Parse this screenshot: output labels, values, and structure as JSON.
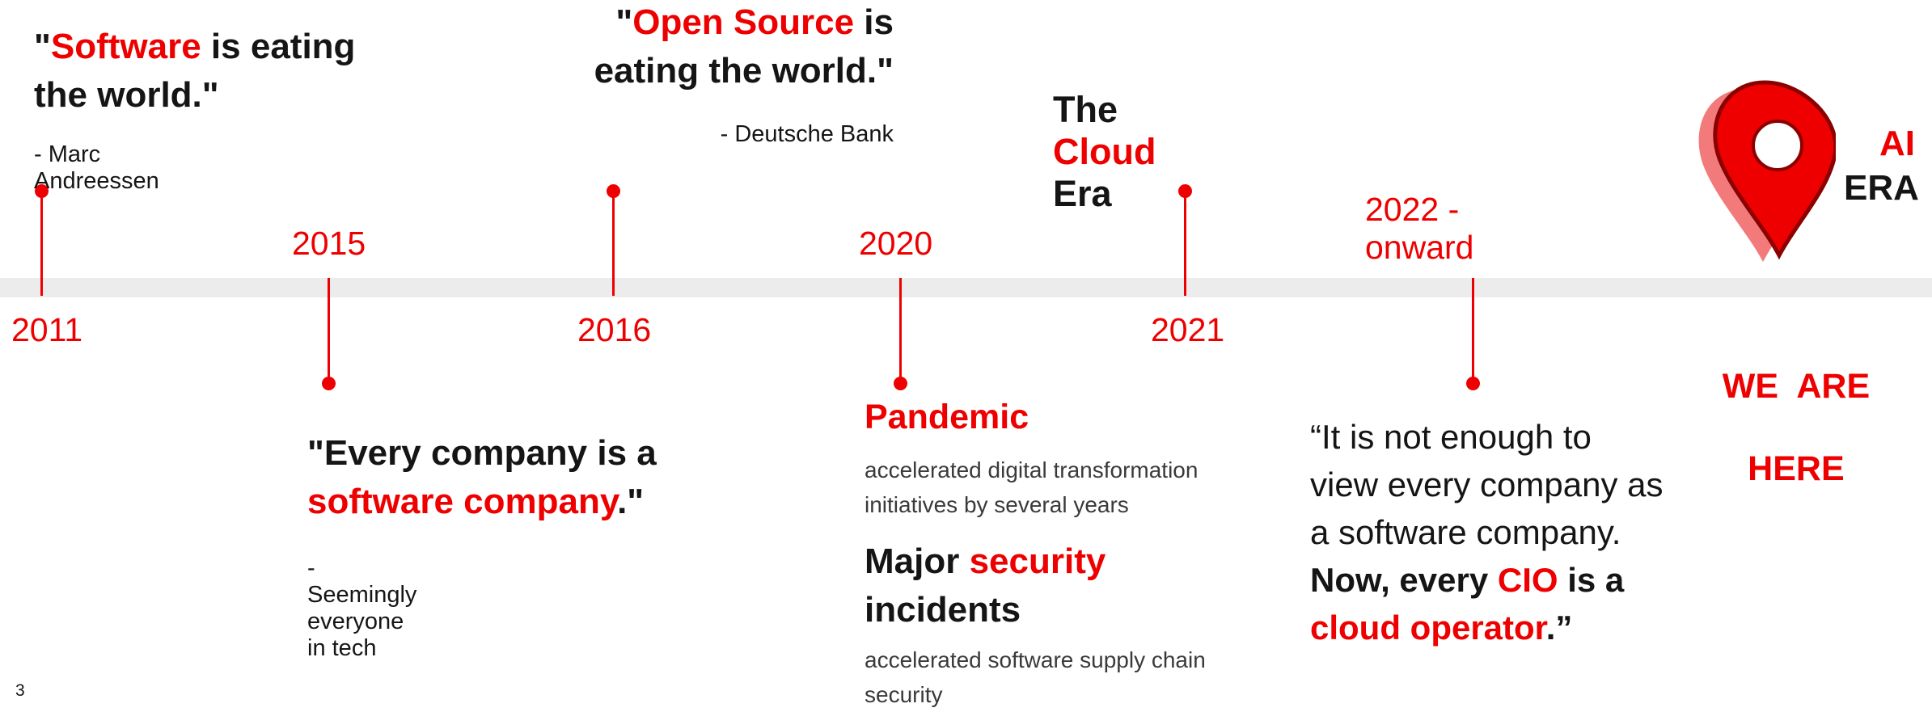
{
  "colors": {
    "accent": "#ee0000",
    "text": "#151515",
    "track": "#ececec"
  },
  "milestones": {
    "m2011": {
      "year": "2011",
      "quote_open": "\"",
      "quote_highlight": "Software",
      "quote_line1_rest": " is eating",
      "quote_line2": "the world.\"",
      "attribution": "- Marc Andreessen"
    },
    "m2015": {
      "year": "2015",
      "quote_line1": "\"Every company is a",
      "quote_highlight": "software company",
      "quote_end": ".\"",
      "attribution": "- Seemingly everyone in tech"
    },
    "m2016": {
      "year": "2016",
      "quote_open": "\"",
      "quote_highlight": "Open Source",
      "quote_line1_rest": " is",
      "quote_line2": "eating the world.\"",
      "attribution": "- Deutsche Bank"
    },
    "m2020": {
      "year": "2020",
      "pandemic_title": "Pandemic",
      "pandemic_desc_line1": "accelerated digital transformation",
      "pandemic_desc_line2": "initiatives by several years",
      "security_prefix": "Major ",
      "security_highlight": "security",
      "security_line2": "incidents",
      "security_desc_line1": "accelerated software supply chain",
      "security_desc_line2": "security"
    },
    "m2021": {
      "year": "2021",
      "title_prefix": "The ",
      "title_highlight": "Cloud",
      "title_suffix": " Era"
    },
    "m2022": {
      "year": "2022 - onward",
      "quote_line1": "“It is not enough to",
      "quote_line2": "view every company as",
      "quote_line3": "a software company.",
      "quote_bold_prefix": "Now, every ",
      "quote_bold_highlight": "CIO",
      "quote_bold_suffix": " is a",
      "quote_last_highlight": "cloud operator",
      "quote_last_end": ".”"
    },
    "ai": {
      "label_line1": "AI",
      "label_line2": "ERA",
      "we_are_here_line1": "WE  ARE",
      "we_are_here_line2": "HERE",
      "icon": "map-pin-icon"
    }
  },
  "page_number": "3"
}
